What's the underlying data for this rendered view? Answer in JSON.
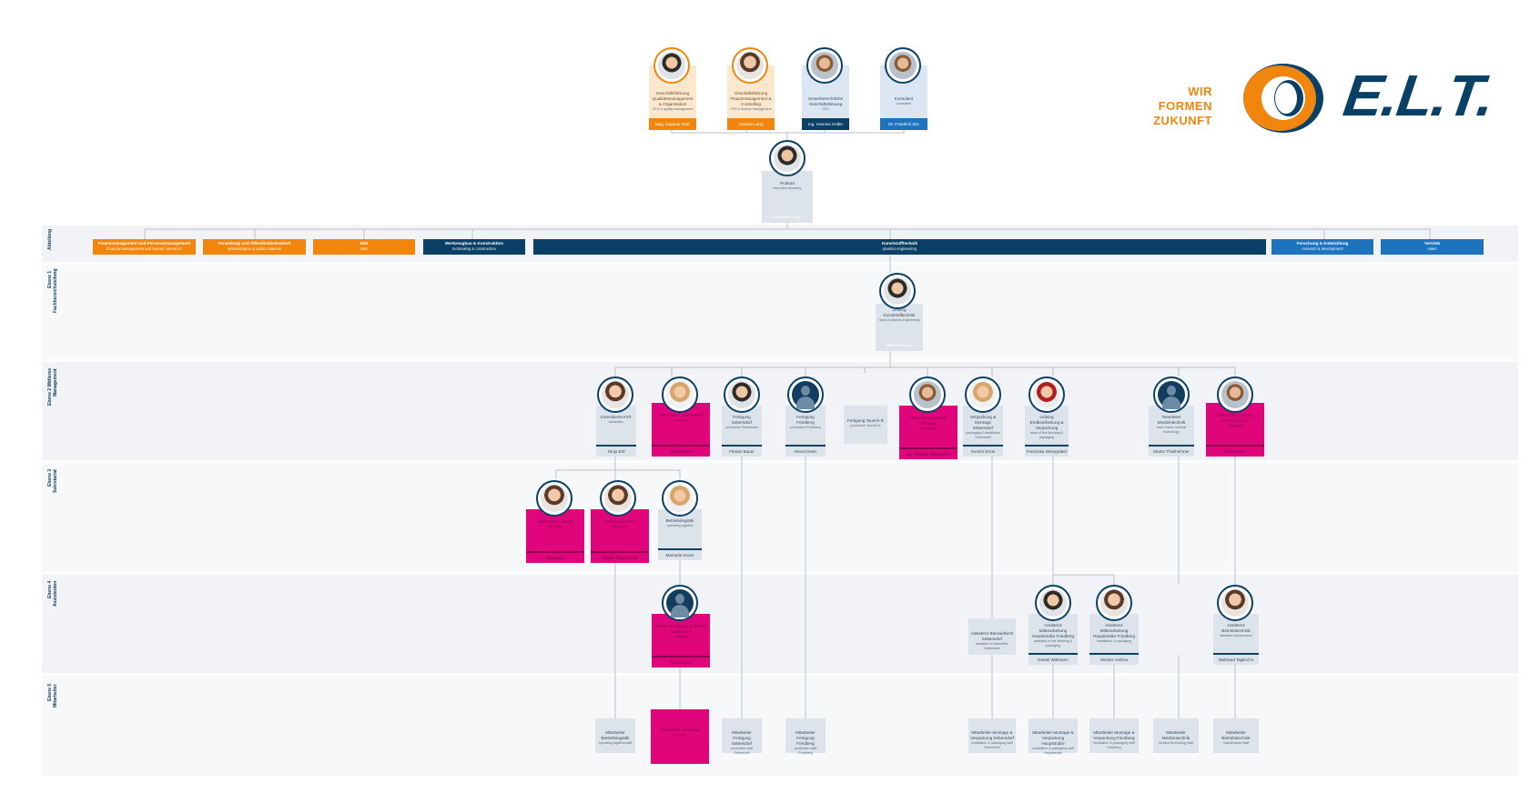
{
  "logo": {
    "tagline_line1": "WIR FORMEN",
    "tagline_line2": "ZUKUNFT",
    "wordmark": "E.L.T."
  },
  "colors": {
    "orange": "#f0860e",
    "navy": "#0a3f66",
    "blue": "#1e73be",
    "magenta": "#e1057c",
    "grey": "#dde3ea"
  },
  "rows": {
    "r0": "Abteilung",
    "r1": "Ebene 1 Fachbereichsleitung",
    "r2": "Ebene 2 Mittleres Management",
    "r3": "Ebene 3 Sekretariat",
    "r4": "Ebene 4 Assistenten",
    "r5": "Ebene 5 Mitarbeiter"
  },
  "top": {
    "ceo1": {
      "title": "Geschäftsführung Qualitätsmanagement & Organisation",
      "sub": "CEO & quality management",
      "name": "Mag. Dagmar Katz"
    },
    "ceo2": {
      "title": "Geschäftsführung Finanzmanagement & Controlling",
      "sub": "CFO & finance management",
      "name": "Cosima Lang"
    },
    "ceo3": {
      "title": "Gewerberechtliche Geschäftsführung",
      "sub": "CEO",
      "name": "Ing. Hannes Holler"
    },
    "consultant": {
      "title": "Konsulent",
      "sub": "consultant",
      "name": "Dr. Friedrich Zitz"
    },
    "prokura": {
      "title": "Prokura",
      "sub": "executive secretary",
      "name": "Matthias Lang"
    }
  },
  "depts": {
    "d1": {
      "title": "Finanzmanagement und Personalmanagement",
      "sub": "financial management and human resources"
    },
    "d2": {
      "title": "Verwaltung und Öffentlichkeitsarbeit",
      "sub": "administration & public relations"
    },
    "d3": {
      "title": "IMS",
      "sub": "IMS"
    },
    "d4": {
      "title": "Werkzeugbau & Konstruktion",
      "sub": "toolmaking & construction"
    },
    "d5": {
      "title": "Kunststofftechnik",
      "sub": "plastics engineering"
    },
    "d6": {
      "title": "Forschung & Entwicklung",
      "sub": "research & development"
    },
    "d7": {
      "title": "Vertrieb",
      "sub": "sales"
    }
  },
  "l1": {
    "title": "Leitung Kunststofftechnik",
    "sub": "head of plastics engineering",
    "name": "Matthias Lang"
  },
  "l2": {
    "c1": {
      "title": "Innendienst KST",
      "sub": "backoffice",
      "name": "Tanja Ertl"
    },
    "c2": {
      "title": "Übernahme Innendienst",
      "sub": "Übergang",
      "name": "Übernahme"
    },
    "c3": {
      "title": "Fertigung Sebersdorf",
      "sub": "production Sebersdorf",
      "name": "Florian Bauer"
    },
    "c4": {
      "title": "Fertigung Friedberg",
      "sub": "production Friedberg",
      "name": "Alexei Desic"
    },
    "c5": {
      "title": "Fertigung Tausch-D",
      "sub": "production Tausch-D"
    },
    "c6": {
      "title": "Übernahme Leitung Fertigung",
      "sub": "Übergang",
      "name": "Ing. Thomas Übernahme"
    },
    "c7": {
      "title": "Verpackung & Montage Sebersdorf",
      "sub": "packaging & installation Sebersdorf",
      "name": "Kerstin Ernst"
    },
    "c8": {
      "title": "Leitung Endbearbeitung & Verpackung",
      "sub": "head of line finishing & packaging",
      "name": "Franziska Weingraber"
    },
    "c9": {
      "title": "Teamleiter Medizintechnik",
      "sub": "team leader medical technology",
      "name": "Martin Theilnehmer"
    },
    "c10": {
      "title": "Übernahme Leitung Medizintechnik",
      "sub": "Übergang",
      "name": "Übernahme"
    }
  },
  "l3": {
    "c1": {
      "title": "Sekretariat Leitung",
      "sub": "Übergang",
      "name": "Übergang"
    },
    "c2": {
      "title": "Sekretariat KST",
      "sub": "Übergang",
      "name": "Sabine Übernahme"
    },
    "c3": {
      "title": "Betriebslogistik",
      "sub": "operating logistics",
      "name": "Manuela Kranz"
    }
  },
  "l4": {
    "c1": {
      "title": "Assistenz Fertigungsleitung Sebersdorf",
      "sub": "Übergang",
      "name": "Übernahme"
    },
    "c2": {
      "title": "Assistenz Büroaufsicht Sebersdorf",
      "sub": "assistant of backoffice Sebersdorf"
    },
    "c3": {
      "title": "Assistenz Mitbearbeitung Hauptstraße Friedberg",
      "sub": "assistant of line finishing & packaging",
      "name": "Daniel Wittmann"
    },
    "c4": {
      "title": "Assistenz Mitbearbeitung Hauptstraße Friedberg",
      "sub": "installation & packaging",
      "name": "Steiner Andrea"
    },
    "c5": {
      "title": "Assistenz Betriebstechnik",
      "sub": "assistant maintenance",
      "name": "Waltraud Tagliocho"
    }
  },
  "l5": {
    "c1": {
      "title": "Mitarbeiter Betriebslogistik",
      "sub": "operating logistics staff"
    },
    "c2": {
      "title": "Mitarbeiter Fertigung",
      "sub": "Übergang"
    },
    "c3": {
      "title": "Mitarbeiter Fertigung Sebersdorf",
      "sub": "production staff Sebersdorf"
    },
    "c4": {
      "title": "Mitarbeiter Fertigung Friedberg",
      "sub": "production staff Friedberg"
    },
    "c5": {
      "title": "Mitarbeiter Montage & Verpackung Sebersdorf",
      "sub": "installation & packaging staff Sebersdorf"
    },
    "c6": {
      "title": "Mitarbeiter Montage & Verpackung Hauptstraße",
      "sub": "installation & packaging staff Hauptstraße"
    },
    "c7": {
      "title": "Mitarbeiter Montage & Verpackung Friedberg",
      "sub": "installation & packaging staff Friedberg"
    },
    "c8": {
      "title": "Mitarbeiter Medizintechnik",
      "sub": "medical technology staff"
    },
    "c9": {
      "title": "Mitarbeiter Betriebstechnik",
      "sub": "maintenance staff"
    }
  }
}
